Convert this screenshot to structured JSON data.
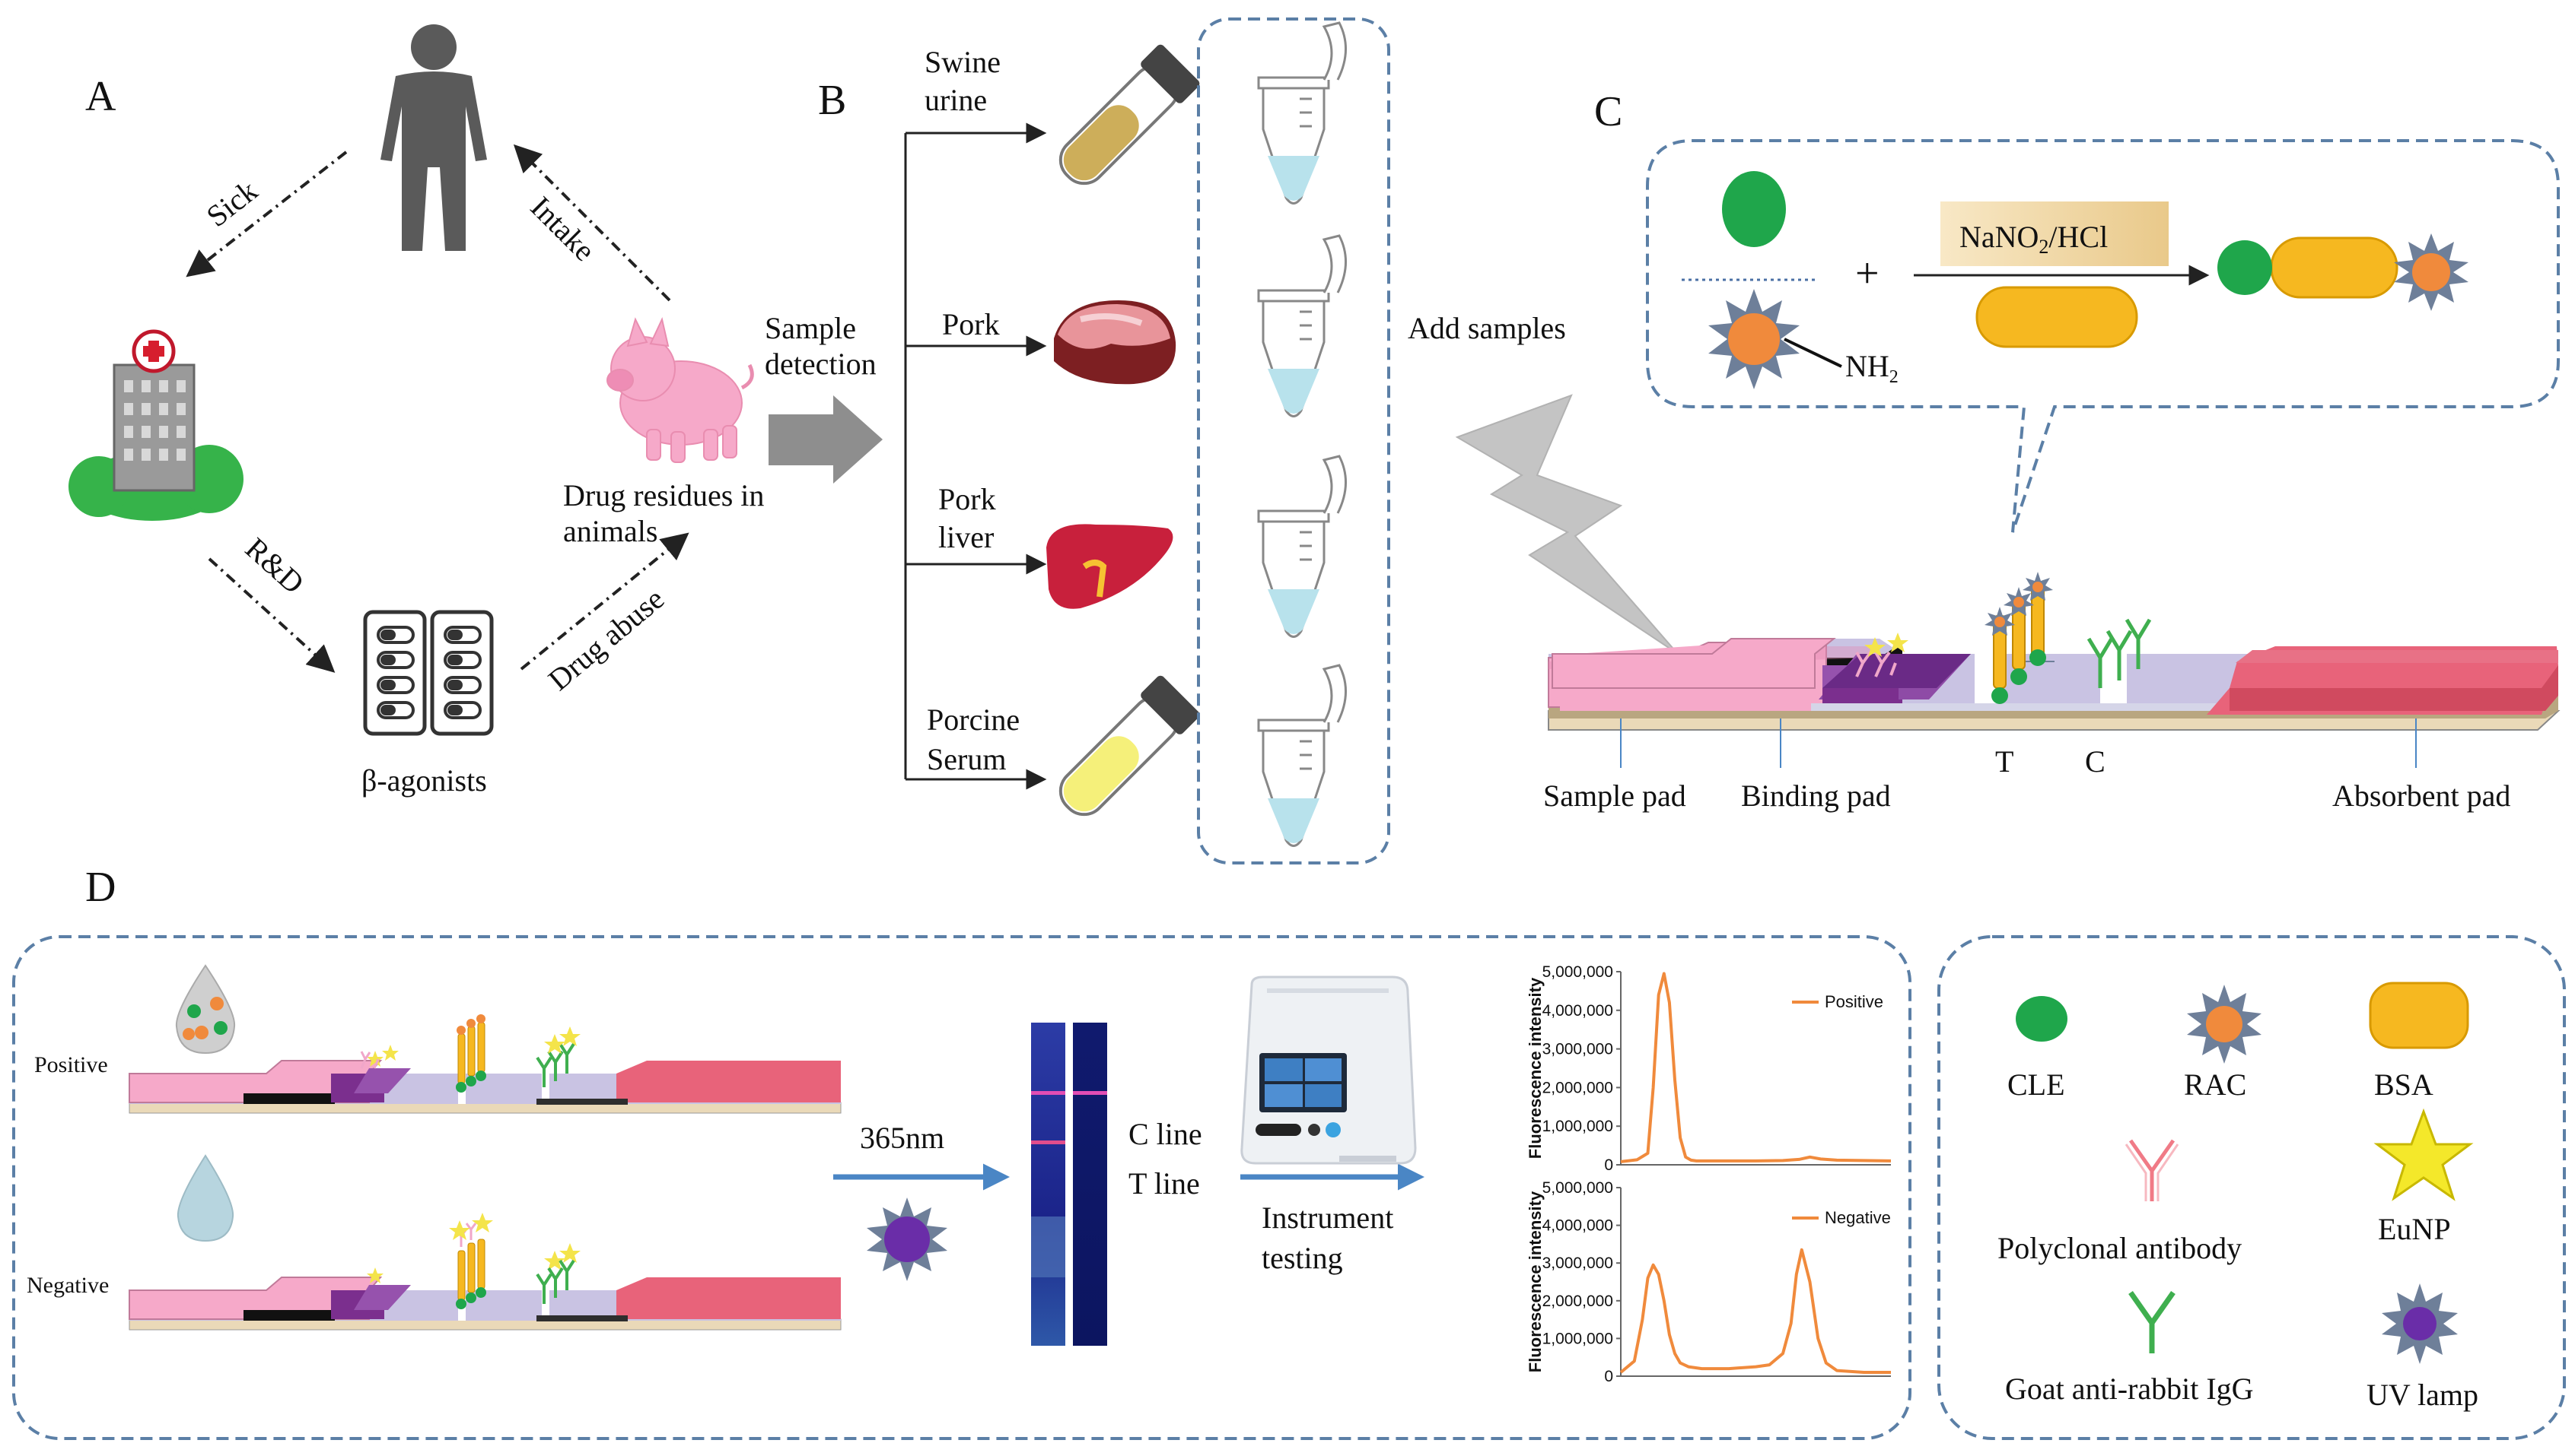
{
  "panels": {
    "a": "A",
    "b": "B",
    "c": "C",
    "d": "D"
  },
  "panel_a": {
    "sick": "Sick",
    "intake": "Intake",
    "rd": "R&D",
    "drug_abuse": "Drug abuse",
    "drug_residues_1": "Drug residues in",
    "drug_residues_2": "animals",
    "agonists": "β-agonists"
  },
  "panel_b": {
    "sample_detection_1": "Sample",
    "sample_detection_2": "detection",
    "samples": [
      {
        "line1": "Swine",
        "line2": "urine"
      },
      {
        "line1": "Pork",
        "line2": ""
      },
      {
        "line1": "Pork",
        "line2": "liver"
      },
      {
        "line1": "Porcine",
        "line2": "Serum"
      }
    ],
    "add_samples": "Add samples"
  },
  "panel_c": {
    "reagent_main": "NaNO",
    "reagent_sub": "2",
    "reagent_tail": "/HCl",
    "plus": "+",
    "amine_main": "NH",
    "amine_sub": "2",
    "strip_labels": {
      "sample_pad": "Sample pad",
      "binding_pad": "Binding pad",
      "t": "T",
      "c": "C",
      "absorbent_pad": "Absorbent pad"
    }
  },
  "panel_d": {
    "positive": "Positive",
    "negative": "Negative",
    "wavelength": "365nm",
    "c_line": "C line",
    "t_line": "T line",
    "instrument_1": "Instrument",
    "instrument_2": "testing"
  },
  "legend": {
    "cle": "CLE",
    "rac": "RAC",
    "bsa": "BSA",
    "polyclonal": "Polyclonal antibody",
    "eunp": "EuNP",
    "goat": "Goat anti-rabbit IgG",
    "uv": "UV lamp"
  },
  "colors": {
    "pink": "#F6A9C9",
    "red_pad": "#E8637A",
    "purple": "#7B2F8E",
    "lilac": "#C9C3E3",
    "cle_green": "#1FA64B",
    "rac_orange": "#F08A3C",
    "bsa_yellow": "#F6B820",
    "curve": "#F08A3C",
    "dash": "#5B7FA6"
  },
  "chart_data": [
    {
      "type": "line",
      "title": "",
      "xlabel": "",
      "ylabel": "Fluorescence intensity",
      "ylim": [
        0,
        5000000
      ],
      "yticks": [
        "5,000,000",
        "4,000,000",
        "3,000,000",
        "2,000,000",
        "1,000,000",
        "0"
      ],
      "xlim": [
        0,
        100
      ],
      "grid": false,
      "legend_position": "top-right",
      "series": [
        {
          "name": "Positive",
          "x": [
            0,
            6,
            10,
            12,
            14,
            16,
            18,
            20,
            22,
            24,
            26,
            28,
            32,
            40,
            50,
            60,
            66,
            70,
            74,
            80,
            90,
            100
          ],
          "y": [
            80000,
            130000,
            300000,
            2000000,
            4400000,
            4950000,
            4200000,
            2200000,
            700000,
            200000,
            120000,
            100000,
            100000,
            100000,
            100000,
            110000,
            140000,
            200000,
            150000,
            120000,
            110000,
            100000
          ]
        }
      ]
    },
    {
      "type": "line",
      "title": "",
      "xlabel": "",
      "ylabel": "Fluorescence intensity",
      "ylim": [
        0,
        5000000
      ],
      "yticks": [
        "5,000,000",
        "4,000,000",
        "3,000,000",
        "2,000,000",
        "1,000,000",
        "0"
      ],
      "xlim": [
        0,
        100
      ],
      "grid": false,
      "legend_position": "top-right",
      "series": [
        {
          "name": "Negative",
          "x": [
            0,
            5,
            8,
            10,
            12,
            14,
            16,
            18,
            20,
            22,
            25,
            30,
            40,
            50,
            55,
            60,
            63,
            65,
            67,
            70,
            73,
            76,
            80,
            90,
            100
          ],
          "y": [
            100000,
            400000,
            1500000,
            2600000,
            2950000,
            2700000,
            2000000,
            1100000,
            600000,
            350000,
            250000,
            200000,
            200000,
            250000,
            300000,
            600000,
            1400000,
            2700000,
            3350000,
            2500000,
            1000000,
            350000,
            150000,
            100000,
            100000
          ]
        }
      ]
    }
  ]
}
